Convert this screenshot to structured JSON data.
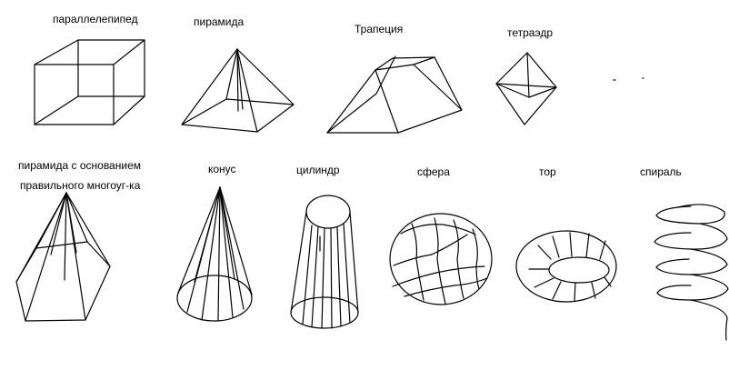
{
  "labels": {
    "parallelepiped": "параллелепипед",
    "pyramid": "пирамида",
    "trapezoid": "Трапеция",
    "tetrahedron": "тетраэдр",
    "regular_pyramid_line1": "пирамида с основанием",
    "regular_pyramid_line2": "правильного многоуг-ка",
    "cone": "конус",
    "cylinder": "цилиндр",
    "sphere": "сфера",
    "torus": "тор",
    "spiral": "спираль"
  },
  "colors": {
    "ink": "#000000",
    "background": "#ffffff"
  }
}
